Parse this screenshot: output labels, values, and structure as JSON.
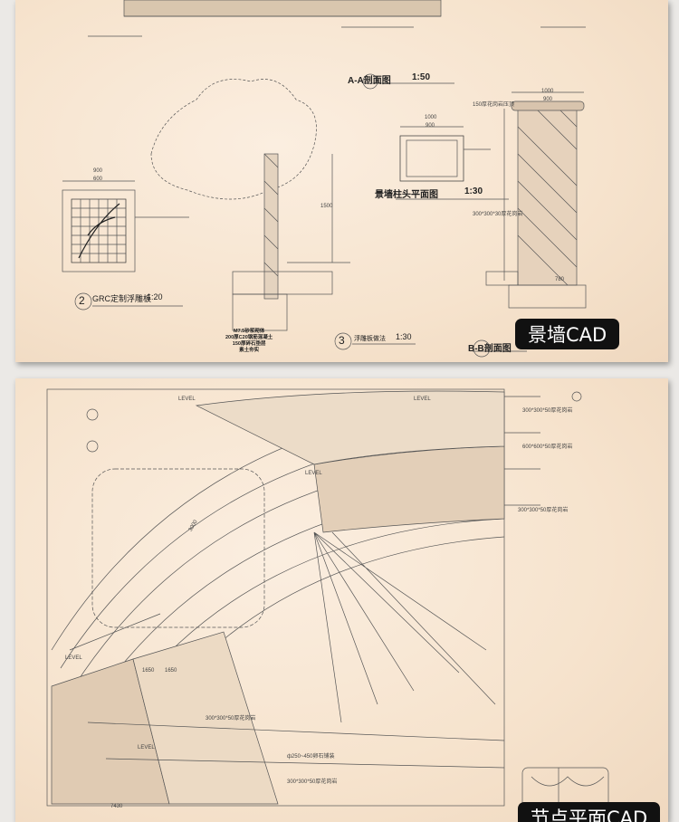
{
  "top_panel": {
    "badge": "景墙CAD",
    "aa_title": "A-A剖面图",
    "aa_scale": "1:50",
    "cap_title": "景墙柱头平面图",
    "cap_scale": "1:30",
    "bb_title": "B-B剖面图",
    "grc_num": "2",
    "grc_title": "GRC定制浮雕板",
    "grc_scale": "1:20",
    "relief_num": "3",
    "relief_title": "浮雕板做法",
    "relief_scale": "1:30",
    "base_notes": [
      "M7.5砂浆砌体",
      "200厚C20钢筋混凝土",
      "150厚碎石垫层",
      "素土夯实"
    ],
    "dims": [
      "900",
      "600",
      "1000",
      "900",
      "1000",
      "900",
      "1500",
      "780",
      "300*300*30厚花岗岩",
      "150厚花岗岩压顶"
    ]
  },
  "bottom_panel": {
    "badge": "节点平面CAD",
    "level_labels": [
      "LEVEL",
      "LEVEL",
      "LEVEL",
      "LEVEL",
      "LEVEL"
    ],
    "notes": [
      "300*300*50厚花岗岩",
      "600*600*50厚花岗岩",
      "300*300*50厚花岗岩",
      "300*300*50厚花岗岩",
      "ф250~450卵石铺装",
      "300*300*50厚花岗岩"
    ],
    "dims": [
      "3000",
      "1650",
      "1650",
      "7430"
    ]
  },
  "colors": {
    "paper": "#f6e3cd",
    "ink": "#3a3a3a",
    "badge": "#111111"
  }
}
